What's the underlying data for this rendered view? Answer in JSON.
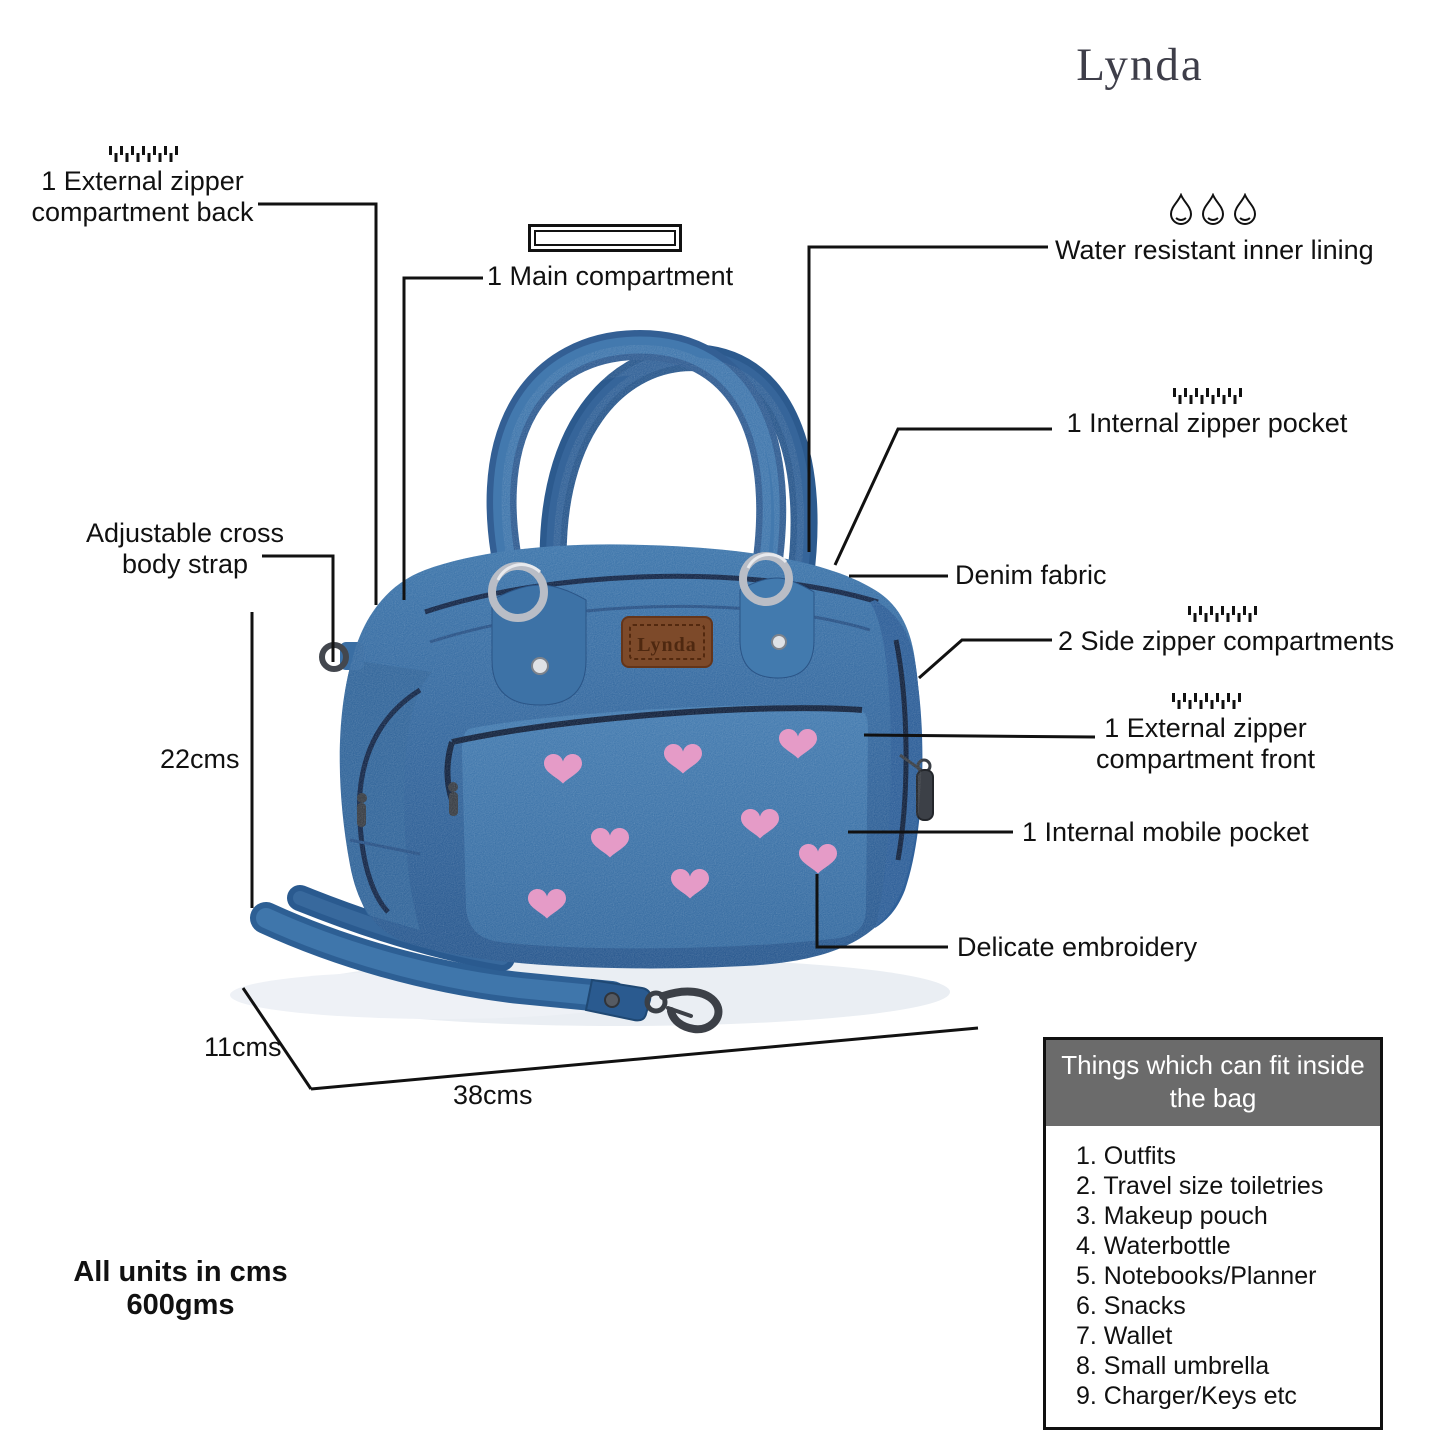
{
  "brand": "Lynda",
  "bag": {
    "label_text": "Lynda"
  },
  "callouts": {
    "ext_zipper_back": {
      "line1": "1 External zipper",
      "line2": "compartment back"
    },
    "main_compartment": "1 Main compartment",
    "water_resistant": "Water resistant inner lining",
    "internal_zipper_pocket": "1 Internal zipper pocket",
    "denim_fabric": "Denim fabric",
    "side_zipper": "2 Side zipper compartments",
    "ext_zipper_front": {
      "line1": "1 External zipper",
      "line2": "compartment front"
    },
    "internal_mobile_pocket": "1 Internal mobile pocket",
    "delicate_embroidery": "Delicate embroidery",
    "adjustable_strap": {
      "line1": "Adjustable cross",
      "line2": "body strap"
    }
  },
  "dimensions": {
    "height": "22cms",
    "depth": "11cms",
    "width": "38cms"
  },
  "footnote": {
    "line1": "All units in cms",
    "line2": "600gms"
  },
  "fit_box": {
    "title_line1": "Things which can fit inside",
    "title_line2": "the bag",
    "items": [
      "1. Outfits",
      "2. Travel size toiletries",
      "3. Makeup pouch",
      "4. Waterbottle",
      "5. Notebooks/Planner",
      "6. Snacks",
      "7. Wallet",
      "8. Small umbrella",
      "9. Charger/Keys etc"
    ]
  },
  "icons": {
    "zipper": "zipper-teeth",
    "water": "water-drops",
    "main_compartment": "open-rectangle"
  },
  "colors": {
    "denim_blue": "#3a70a5",
    "denim_dark": "#2c5a8e",
    "heart_pink": "#e59bc7",
    "patch_brown": "#7d4a2a",
    "line_black": "#111111",
    "box_header_gray": "#6b6b6b",
    "metal_silver": "#c6cad2",
    "metal_gunmetal": "#3c4047",
    "zipper_navy": "#16294a"
  }
}
